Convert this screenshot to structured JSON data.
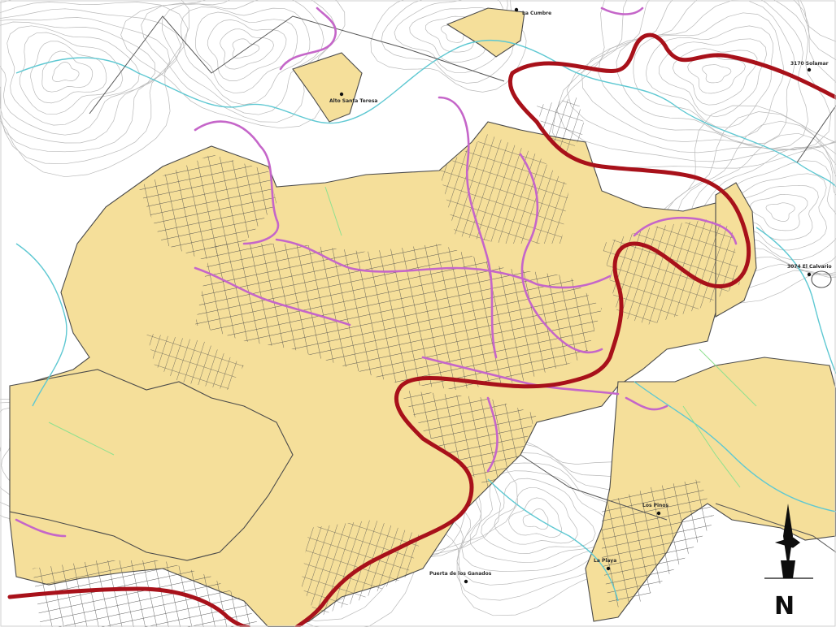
{
  "map": {
    "labels": {
      "label_1": "La Cumbre",
      "label_2": "Alto Santa Teresa",
      "label_3": "3170 Solamar",
      "label_4": "3074 El Calvario",
      "label_5": "Los Pinos",
      "label_6": "La Playa",
      "label_7": "Puerta de los Ganados"
    },
    "north_label": "N",
    "colors": {
      "background": "#ffffff",
      "contour": "#b9b9b9",
      "parcel_fill": "#f5df9a",
      "parcel_stroke": "#4a4a4a",
      "road_main": "#a8111a",
      "road_secondary": "#c566c9",
      "river": "#5ec8d2",
      "stream": "#8fe08f",
      "boundary": "#555555"
    },
    "icons": [
      "north-arrow-icon",
      "point-marker-icon"
    ]
  }
}
